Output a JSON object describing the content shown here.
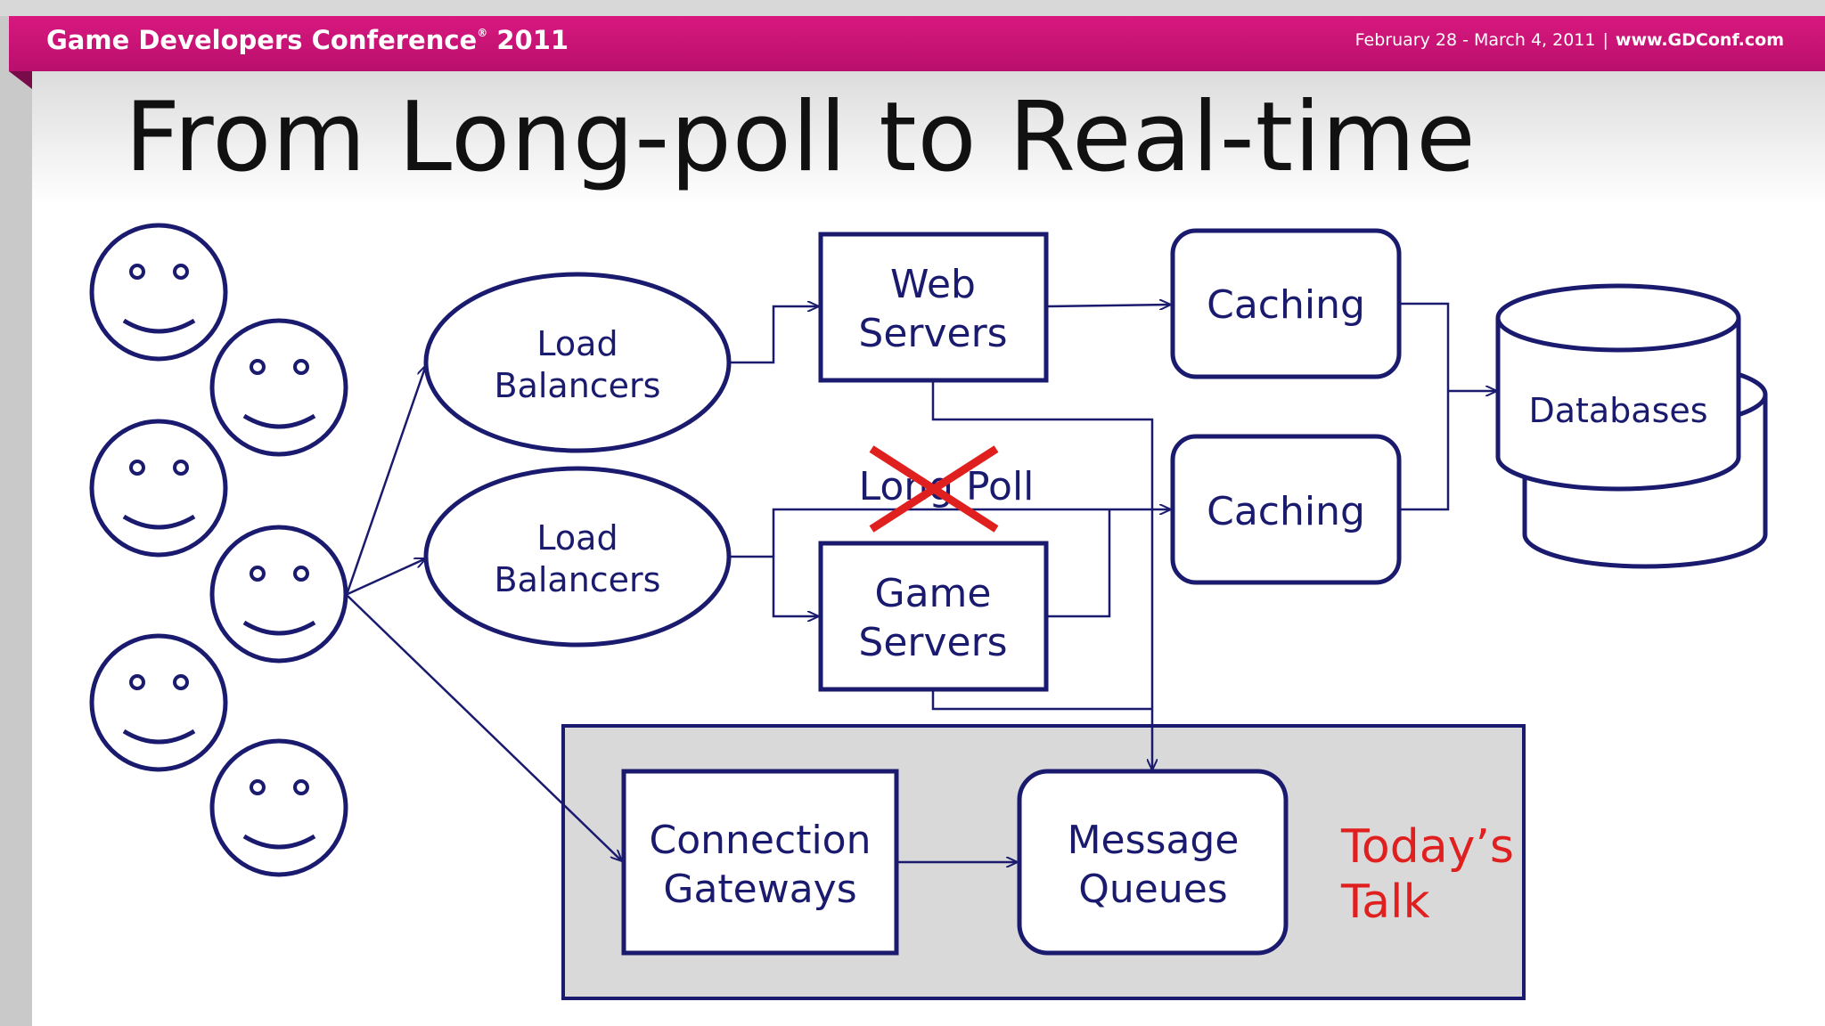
{
  "header": {
    "conference": "Game Developers Conference",
    "conference_mark": "®",
    "conference_year": "2011",
    "dates": "February 28 - March 4, 2011",
    "separator": "|",
    "url": "www.GDConf.com"
  },
  "title": "From Long-poll to Real-time",
  "diagram": {
    "load_balancer_1": [
      "Load",
      "Balancers"
    ],
    "load_balancer_2": [
      "Load",
      "Balancers"
    ],
    "web_servers": [
      "Web",
      "Servers"
    ],
    "game_servers": [
      "Game",
      "Servers"
    ],
    "caching_1": "Caching",
    "caching_2": "Caching",
    "databases": "Databases",
    "long_poll": "Long Poll",
    "connection_gateways": [
      "Connection",
      "Gateways"
    ],
    "message_queues": [
      "Message",
      "Queues"
    ],
    "todays_talk": [
      "Today’s",
      "Talk"
    ]
  },
  "colors": {
    "banner": "#c8137a",
    "diagram_stroke": "#1a1a6e",
    "highlight_box": "#d9d9d9",
    "cross": "#e0201f",
    "todays_talk": "#e0201f"
  }
}
